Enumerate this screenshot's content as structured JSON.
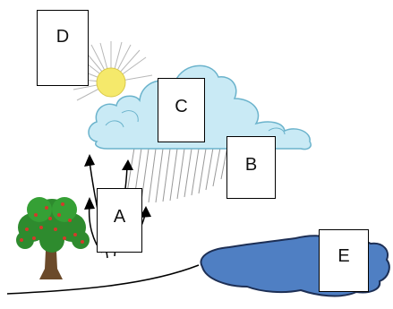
{
  "diagram": {
    "labels": {
      "a": "A",
      "b": "B",
      "c": "C",
      "d": "D",
      "e": "E"
    },
    "icons": [
      "sun-icon",
      "cloud-icon",
      "rain-icon",
      "tree-icon",
      "lake-icon",
      "arrow-icon"
    ],
    "colors": {
      "sun": "#f5e96b",
      "cloud": "#c9eaf5",
      "cloud_outline": "#6bb3cc",
      "rain": "#9a9a9a",
      "lake": "#4f7fc3",
      "lake_outline": "#1d2f55",
      "foliage": "#2e8b2e",
      "trunk": "#6b4a2a",
      "fruit": "#d23a2a"
    }
  }
}
